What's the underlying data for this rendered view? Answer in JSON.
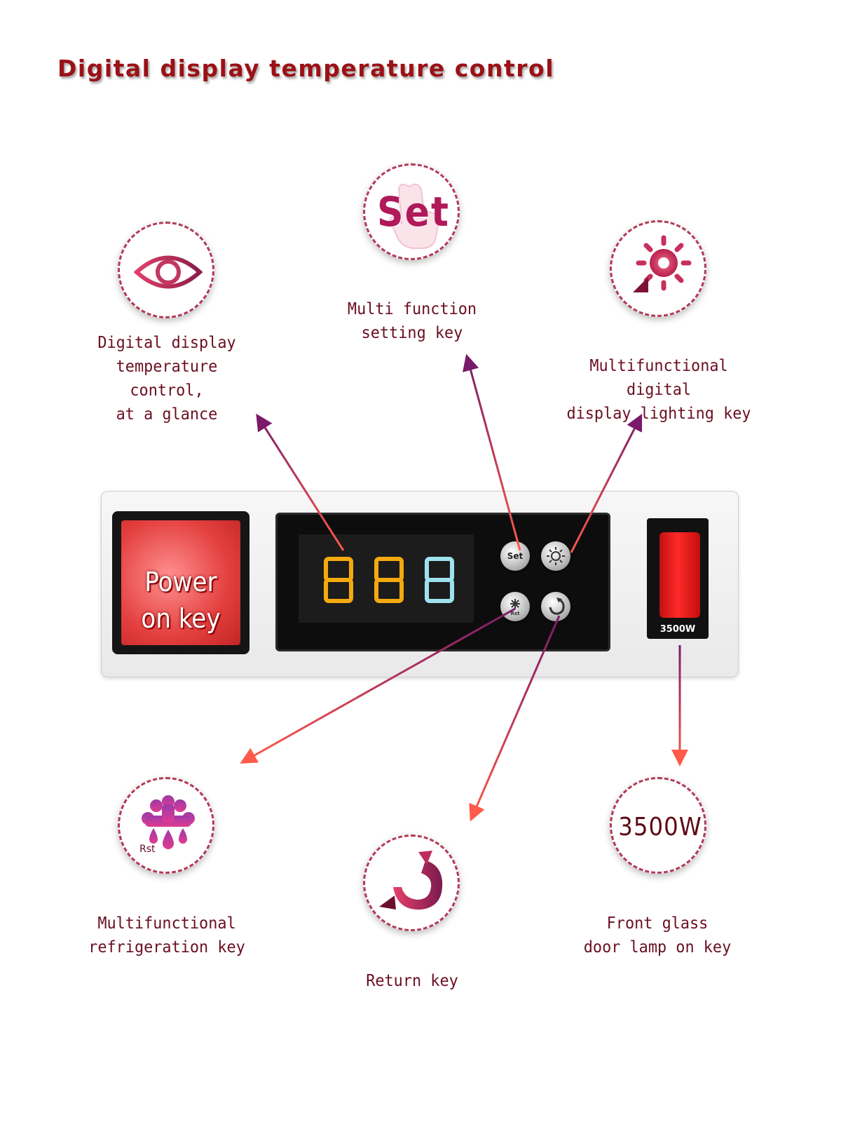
{
  "title": "Digital display temperature control",
  "features": [
    {
      "id": "display",
      "icon": "eye-icon",
      "lines": [
        "Digital display",
        "temperature control,",
        "at a glance"
      ]
    },
    {
      "id": "set",
      "icon": "set-hand-icon",
      "icon_text": "Set",
      "lines": [
        "Multi function",
        "setting key"
      ]
    },
    {
      "id": "light",
      "icon": "sun-icon",
      "lines": [
        "Multifunctional digital",
        "display lighting key"
      ]
    },
    {
      "id": "refrigeration",
      "icon": "snowflake-drops-icon",
      "icon_text": "Rst",
      "lines": [
        "Multifunctional",
        "refrigeration key"
      ]
    },
    {
      "id": "return",
      "icon": "return-arrow-icon",
      "lines": [
        "Return key"
      ]
    },
    {
      "id": "lamp",
      "icon": "wattage-icon",
      "icon_text": "3500W",
      "lines": [
        "Front glass",
        "door lamp on key"
      ]
    }
  ],
  "panel": {
    "power_label_1": "Power",
    "power_label_2": "on key",
    "display_digits": "888",
    "buttons": [
      "Set",
      "light",
      "refrigeration",
      "return"
    ],
    "set_button_label": "Set",
    "rocker_label": "3500W"
  },
  "colors": {
    "title": "#9b1116",
    "caption": "#6a0f22",
    "accent": "#b23a57",
    "arrow_start": "#ff5a4a",
    "arrow_end": "#7a1a6a",
    "digit_amber": "#f4a90f",
    "digit_cyan": "#9fe2ef"
  }
}
